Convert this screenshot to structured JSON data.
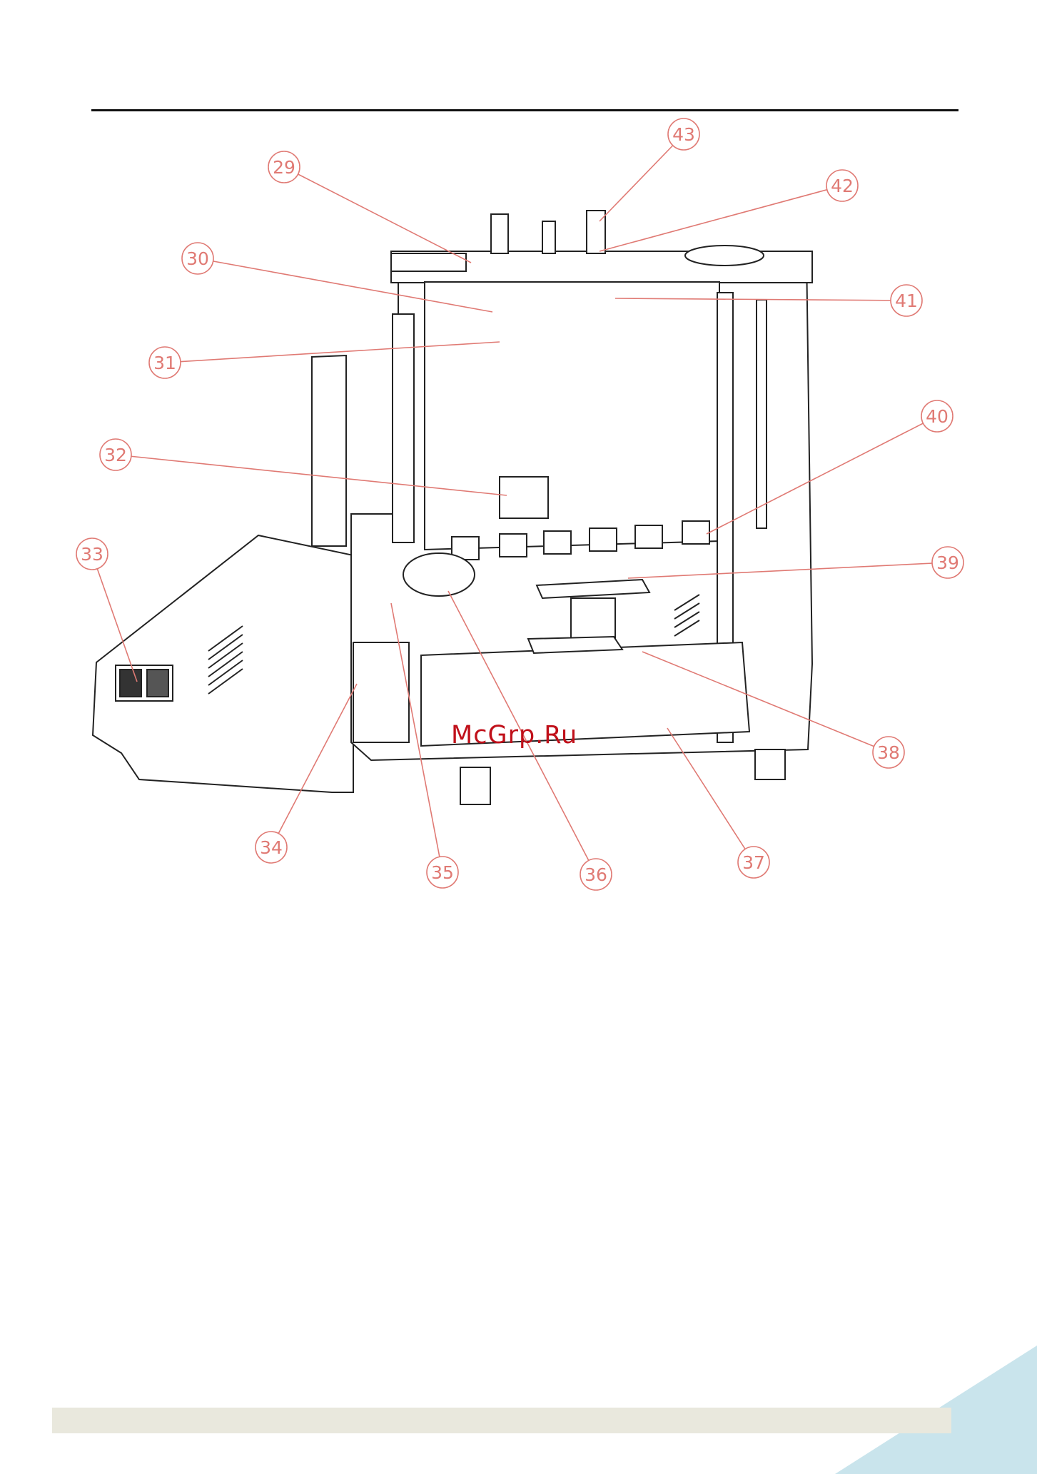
{
  "watermark": "McGrp.Ru",
  "callouts": [
    {
      "id": "29",
      "label": "29"
    },
    {
      "id": "30",
      "label": "30"
    },
    {
      "id": "31",
      "label": "31"
    },
    {
      "id": "32",
      "label": "32"
    },
    {
      "id": "33",
      "label": "33"
    },
    {
      "id": "34",
      "label": "34"
    },
    {
      "id": "35",
      "label": "35"
    },
    {
      "id": "36",
      "label": "36"
    },
    {
      "id": "37",
      "label": "37"
    },
    {
      "id": "38",
      "label": "38"
    },
    {
      "id": "39",
      "label": "39"
    },
    {
      "id": "40",
      "label": "40"
    },
    {
      "id": "41",
      "label": "41"
    },
    {
      "id": "42",
      "label": "42"
    },
    {
      "id": "43",
      "label": "43"
    }
  ],
  "colors": {
    "callout": "#e07a74",
    "line": "#222222",
    "footer_band": "#e9e8dd",
    "corner_accent": "#c9e4ec",
    "watermark": "#c0101a"
  }
}
